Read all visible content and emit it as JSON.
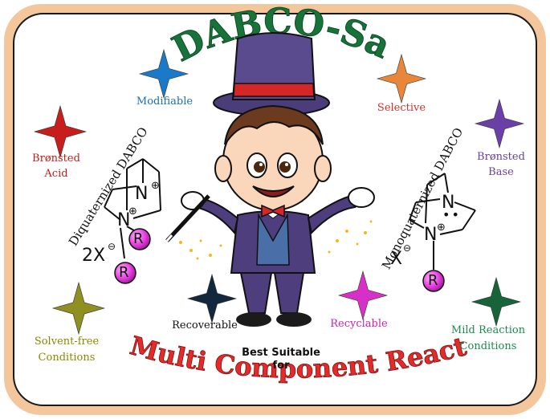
{
  "title": "DABCO-Salts",
  "subtitle": "Multi Component Reactions",
  "best_suitable": [
    "Best Suitable",
    "for"
  ],
  "features": [
    {
      "text": [
        "Modifiable"
      ],
      "color": "#1a6fb5",
      "star": "#1a7ac9"
    },
    {
      "text": [
        "Selective"
      ],
      "color": "#d2322d",
      "star": "#e8873a"
    },
    {
      "text": [
        "Brønsted",
        "Acid"
      ],
      "color": "#c0201b",
      "star": "#c81d1d"
    },
    {
      "text": [
        "Brønsted",
        "Base"
      ],
      "color": "#6a3fa0",
      "star": "#6a3fa6"
    },
    {
      "text": [
        "Solvent-free",
        "Conditions"
      ],
      "color": "#8a8a00",
      "star": "#8f8f22"
    },
    {
      "text": [
        "Recoverable"
      ],
      "color": "#111111",
      "star": "#13283d"
    },
    {
      "text": [
        "Recyclable"
      ],
      "color": "#d01fb8",
      "star": "#d630c8"
    },
    {
      "text": [
        "Mild Reaction",
        "Conditions"
      ],
      "color": "#1c8a50",
      "star": "#17633a"
    }
  ],
  "left_structure": {
    "name": "Diquaternized DABCO",
    "counterion": "2X",
    "charge_label": "⊖",
    "substituent": "R",
    "n_plus": "⊕"
  },
  "right_structure": {
    "name": "Monoquaternized DABCO",
    "counterion": "X",
    "charge_label": "⊖",
    "substituent": "R",
    "n_plus": "⊕"
  },
  "atom": "N"
}
